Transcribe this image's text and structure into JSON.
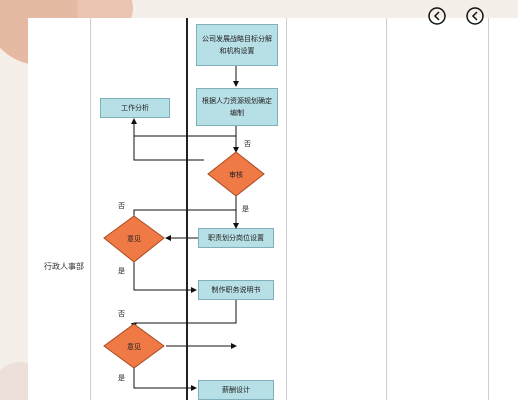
{
  "lane_label": "行政人事部",
  "nodes": {
    "p1": "公司发展战略目标分解和机构设置",
    "p2": "根据人力资源规划确定编制",
    "p3": "工作分析",
    "d1": "审核",
    "p4": "职责划分岗位设置",
    "d2": "意见",
    "p5": "制作职务说明书",
    "d3": "意见",
    "p6": "薪酬设计"
  },
  "edge_labels": {
    "d1_no": "否",
    "d1_yes": "是",
    "d2_no": "否",
    "d2_yes": "是",
    "d3_no": "否",
    "d3_yes": "是"
  },
  "colors": {
    "process_fill": "#b7dfe6",
    "decision_fill": "#f07a45",
    "line": "#111111"
  },
  "icons": [
    "collapse-icon",
    "collapse-icon"
  ]
}
